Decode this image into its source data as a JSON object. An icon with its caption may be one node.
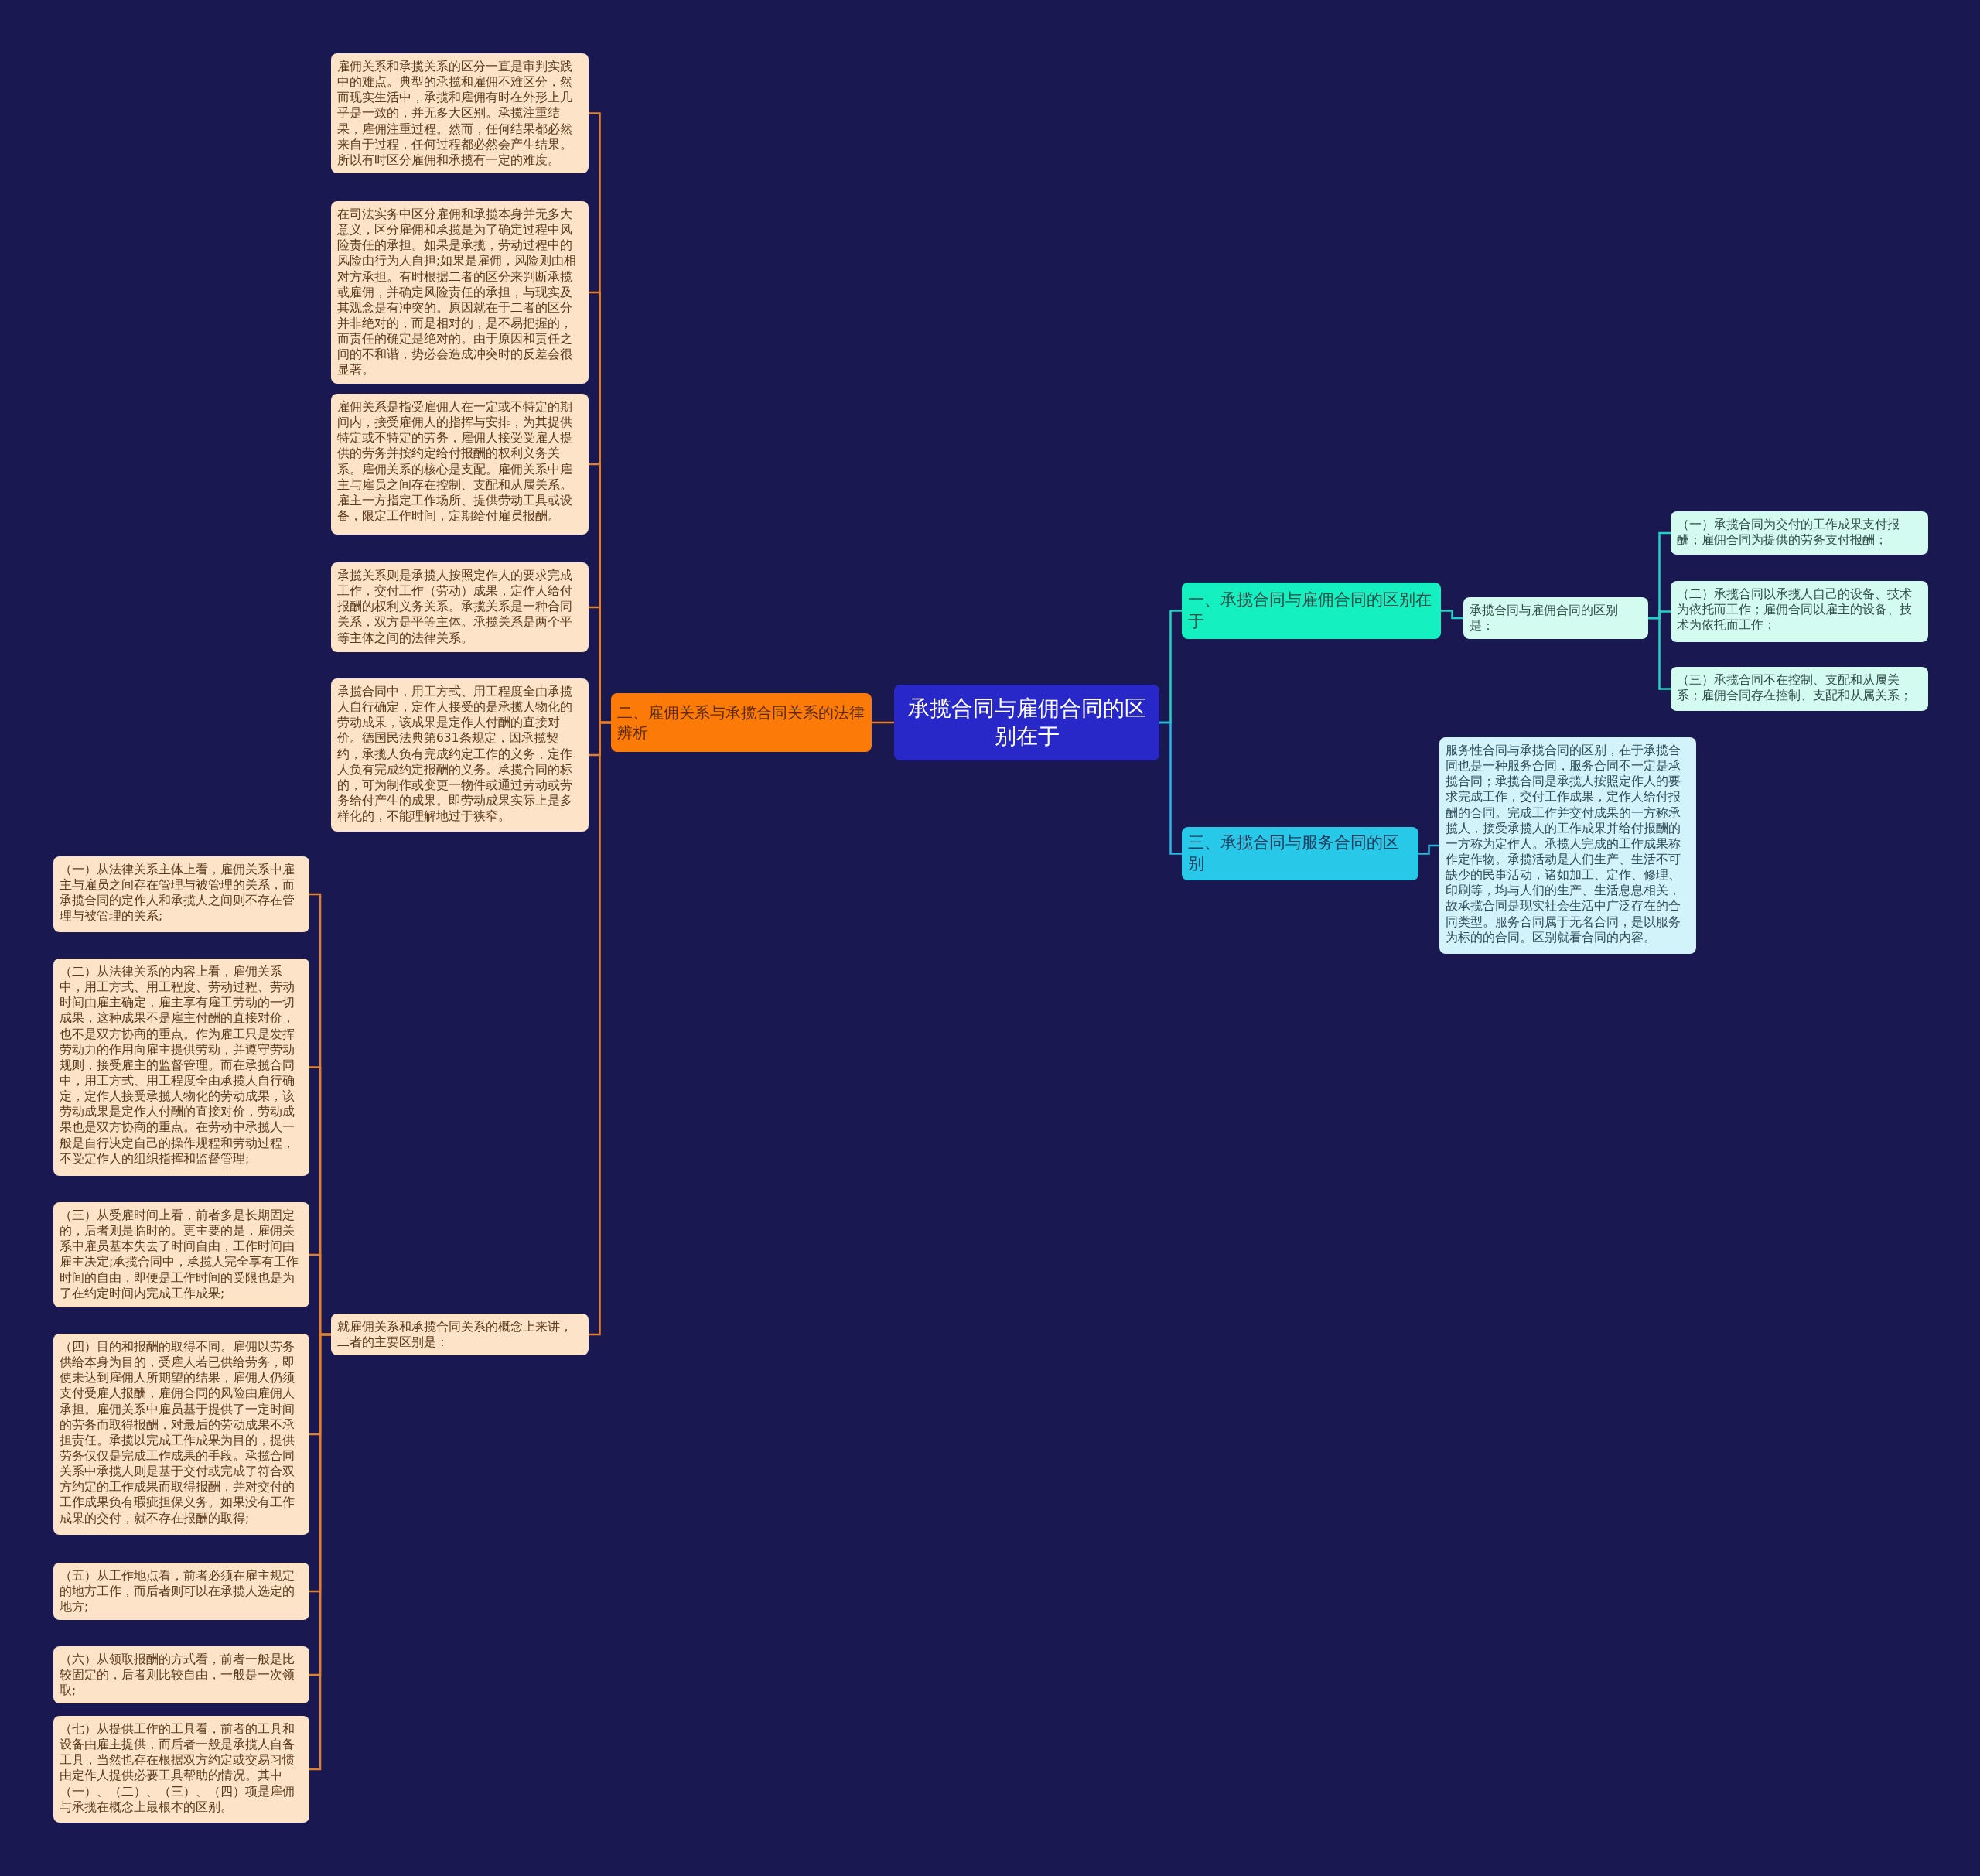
{
  "diagram": {
    "nodes": [
      {
        "text": [
          "承揽合同与雇佣合同的区别在于"
        ]
      },
      {
        "text": [
          "一、承揽合同与雇佣合同的区别在于"
        ]
      },
      {
        "text": [
          "承揽合同与雇佣合同的区别是："
        ]
      },
      {
        "text": [
          "（一）承揽合同为交付的工作成果支付报酬；雇佣合同为提供的劳务支付报酬；"
        ]
      },
      {
        "text": [
          "（二）承揽合同以承揽人自己的设备、技术为依托而工作；雇佣合同以雇主的设备、技术为依托而工作；"
        ]
      },
      {
        "text": [
          "（三）承揽合同不在控制、支配和从属关系；雇佣合同存在控制、支配和从属关系；"
        ]
      },
      {
        "text": [
          "三、承揽合同与服务合同的区别"
        ]
      },
      {
        "text": [
          "服务性合同与承揽合同的区别，在于承揽合同也是一种服务合同，服务合同不一定是承揽合同；承揽合同是承揽人按照定作人的要求完成工作，交付工作成果，定作人给付报酬的合同。完成工作并交付成果的一方称承揽人，接受承揽人的工作成果并给付报酬的一方称为定作人。承揽人完成的工作成果称作定作物。承揽活动是人们生产、生活不可缺少的民事活动，诸如加工、定作、修理、印刷等，均与人们的生产、生活息息相关，故承揽合同是现实社会生活中广泛存在的合同类型。服务合同属于无名合同，是以服务为标的的合同。区别就看合同的内容。"
        ]
      },
      {
        "text": [
          "二、雇佣关系与承揽合同关系的法律辨析"
        ]
      },
      {
        "text": [
          "雇佣关系和承揽关系的区分一直是审判实践中的难点。典型的承揽和雇佣不难区分，然而现实生活中，承揽和雇佣有时在外形上几乎是一致的，并无多大区别。承揽注重结果，雇佣注重过程。然而，任何结果都必然来自于过程，任何过程都必然会产生结果。所以有时区分雇佣和承揽有一定的难度。"
        ]
      },
      {
        "text": [
          "在司法实务中区分雇佣和承揽本身并无多大意义，区分雇佣和承揽是为了确定过程中风险责任的承担。如果是承揽，劳动过程中的风险由行为人自担;如果是雇佣，风险则由相对方承担。有时根据二者的区分来判断承揽或雇佣，并确定风险责任的承担，与现实及其观念是有冲突的。原因就在于二者的区分并非绝对的，而是相对的，是不易把握的，而责任的确定是绝对的。由于原因和责任之间的不和谐，势必会造成冲突时的反差会很显著。"
        ]
      },
      {
        "text": [
          "雇佣关系是指受雇佣人在一定或不特定的期间内，接受雇佣人的指挥与安排，为其提供特定或不特定的劳务，雇佣人接受受雇人提供的劳务并按约定给付报酬的权利义务关系。雇佣关系的核心是支配。雇佣关系中雇主与雇员之间存在控制、支配和从属关系。雇主一方指定工作场所、提供劳动工具或设备，限定工作时间，定期给付雇员报酬。"
        ]
      },
      {
        "text": [
          "承揽关系则是承揽人按照定作人的要求完成工作，交付工作（劳动）成果，定作人给付报酬的权利义务关系。承揽关系是一种合同关系，双方是平等主体。承揽关系是两个平等主体之间的法律关系。"
        ]
      },
      {
        "text": [
          "承揽合同中，用工方式、用工程度全由承揽人自行确定，定作人接受的是承揽人物化的劳动成果，该成果是定作人付酬的直接对价。德国民法典第631条规定，因承揽契约，承揽人负有完成约定工作的义务，定作人负有完成约定报酬的义务。承揽合同的标的，可为制作或变更一物件或通过劳动或劳务给付产生的成果。即劳动成果实际上是多样化的，不能理解地过于狭窄。"
        ]
      },
      {
        "text": [
          "就雇佣关系和承揽合同关系的概念上来讲，二者的主要区别是："
        ]
      },
      {
        "text": [
          "（一）从法律关系主体上看，雇佣关系中雇主与雇员之间存在管理与被管理的关系，而承揽合同的定作人和承揽人之间则不存在管理与被管理的关系;"
        ]
      },
      {
        "text": [
          "（二）从法律关系的内容上看，雇佣关系中，用工方式、用工程度、劳动过程、劳动时间由雇主确定，雇主享有雇工劳动的一切成果，这种成果不是雇主付酬的直接对价，也不是双方协商的重点。作为雇工只是发挥劳动力的作用向雇主提供劳动，并遵守劳动规则，接受雇主的监督管理。而在承揽合同中，用工方式、用工程度全由承揽人自行确定，定作人接受承揽人物化的劳动成果，该劳动成果是定作人付酬的直接对价，劳动成果也是双方协商的重点。在劳动中承揽人一般是自行决定自己的操作规程和劳动过程，不受定作人的组织指挥和监督管理;"
        ]
      },
      {
        "text": [
          "（三）从受雇时间上看，前者多是长期固定的，后者则是临时的。更主要的是，雇佣关系中雇员基本失去了时间自由，工作时间由雇主决定;承揽合同中，承揽人完全享有工作时间的自由，即便是工作时间的受限也是为了在约定时间内完成工作成果;"
        ]
      },
      {
        "text": [
          "（四）目的和报酬的取得不同。雇佣以劳务供给本身为目的，受雇人若已供给劳务，即使未达到雇佣人所期望的结果，雇佣人仍须支付受雇人报酬，雇佣合同的风险由雇佣人承担。雇佣关系中雇员基于提供了一定时间的劳务而取得报酬，对最后的劳动成果不承担责任。承揽以完成工作成果为目的，提供劳务仅仅是完成工作成果的手段。承揽合同关系中承揽人则是基于交付或完成了符合双方约定的工作成果而取得报酬，并对交付的工作成果负有瑕疵担保义务。如果没有工作成果的交付，就不存在报酬的取得;"
        ]
      },
      {
        "text": [
          "（五）从工作地点看，前者必须在雇主规定的地方工作，而后者则可以在承揽人选定的地方;"
        ]
      },
      {
        "text": [
          "（六）从领取报酬的方式看，前者一般是比较固定的，后者则比较自由，一般是一次领取;"
        ]
      },
      {
        "text": [
          "（七）从提供工作的工具看，前者的工具和设备由雇主提供，而后者一般是承揽人自备工具，当然也存在根据双方约定或交易习惯由定作人提供必要工具帮助的情况。其中（一）、（二）、（三）、（四）项是雇佣与承揽在概念上最根本的区别。"
        ]
      }
    ],
    "edges": [
      {
        "from": 0,
        "to": 1,
        "arrow": "none",
        "color": "#22d3c5"
      },
      {
        "from": 1,
        "to": 2,
        "arrow": "none",
        "color": "#22d3c5"
      },
      {
        "from": 2,
        "to": 3,
        "arrow": "none",
        "color": "#22d3c5"
      },
      {
        "from": 2,
        "to": 4,
        "arrow": "none",
        "color": "#22d3c5"
      },
      {
        "from": 2,
        "to": 5,
        "arrow": "none",
        "color": "#22d3c5"
      },
      {
        "from": 0,
        "to": 6,
        "arrow": "none",
        "color": "#29b6e0"
      },
      {
        "from": 6,
        "to": 7,
        "arrow": "none",
        "color": "#29b6e0"
      },
      {
        "from": 0,
        "to": 8,
        "arrow": "none"
      },
      {
        "from": 8,
        "to": 9,
        "arrow": "none"
      },
      {
        "from": 8,
        "to": 10,
        "arrow": "none"
      },
      {
        "from": 8,
        "to": 11,
        "arrow": "none"
      },
      {
        "from": 8,
        "to": 12,
        "arrow": "none"
      },
      {
        "from": 8,
        "to": 13,
        "arrow": "none"
      },
      {
        "from": 8,
        "to": 14,
        "arrow": "none"
      },
      {
        "from": 14,
        "to": 15,
        "arrow": "none"
      },
      {
        "from": 14,
        "to": 16,
        "arrow": "none"
      },
      {
        "from": 14,
        "to": 17,
        "arrow": "none"
      },
      {
        "from": 14,
        "to": 18,
        "arrow": "none"
      },
      {
        "from": 14,
        "to": 19,
        "arrow": "none"
      },
      {
        "from": 14,
        "to": 20,
        "arrow": "none"
      },
      {
        "from": 14,
        "to": 21,
        "arrow": "none"
      }
    ]
  }
}
